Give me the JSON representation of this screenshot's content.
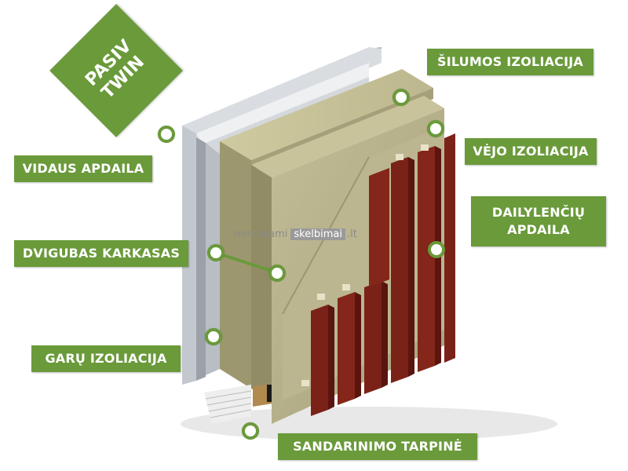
{
  "badge": {
    "line1": "PASIV",
    "line2": "TWIN"
  },
  "labels": {
    "silumos": "ŠILUMOS IZOLIACIJA",
    "vejo": "VĖJO IZOLIACIJA",
    "dailylenciu_line1": "DAILYLENČIŲ",
    "dailylenciu_line2": "APDAILA",
    "vidaus": "VIDAUS APDAILA",
    "karkasas": "DVIGUBAS KARKASAS",
    "garu": "GARŲ IZOLIACIJA",
    "sandarinimo": "SANDARINIMO TARPINĖ"
  },
  "watermark": {
    "part1": "nemokami",
    "part2": "skelbimai",
    "part3": ".lt"
  },
  "colors": {
    "label_green": "#6a9a3a",
    "insulation": "#b3ad86",
    "cladding": "#7a2218",
    "frame_gray": "#c9cfd6"
  }
}
